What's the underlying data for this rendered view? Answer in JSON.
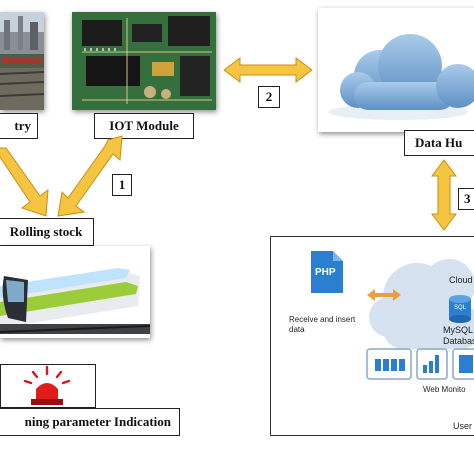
{
  "labels": {
    "industry": "try",
    "iot_module": "IOT Module",
    "data_hub": "Data Hu",
    "rolling_stock": "Rolling stock",
    "warning": "ning parameter Indication"
  },
  "steps": {
    "one": "1",
    "two": "2",
    "three": "3"
  },
  "web_panel": {
    "php_label": "PHP",
    "receive_text_line1": "Receive and insert",
    "receive_text_line2": "data",
    "cloud_label": "Cloud",
    "sql_label": "SQL",
    "mysql_line1": "MySQL",
    "mysql_line2": "Databas",
    "web_monitor": "Web Monito",
    "users": "User"
  },
  "colors": {
    "arrow_fill": "#f5c542",
    "arrow_stroke": "#c78e12",
    "php_blue": "#2c7fd0",
    "cloud_light": "#d3e0ef",
    "train_green": "#9ccc3a"
  }
}
